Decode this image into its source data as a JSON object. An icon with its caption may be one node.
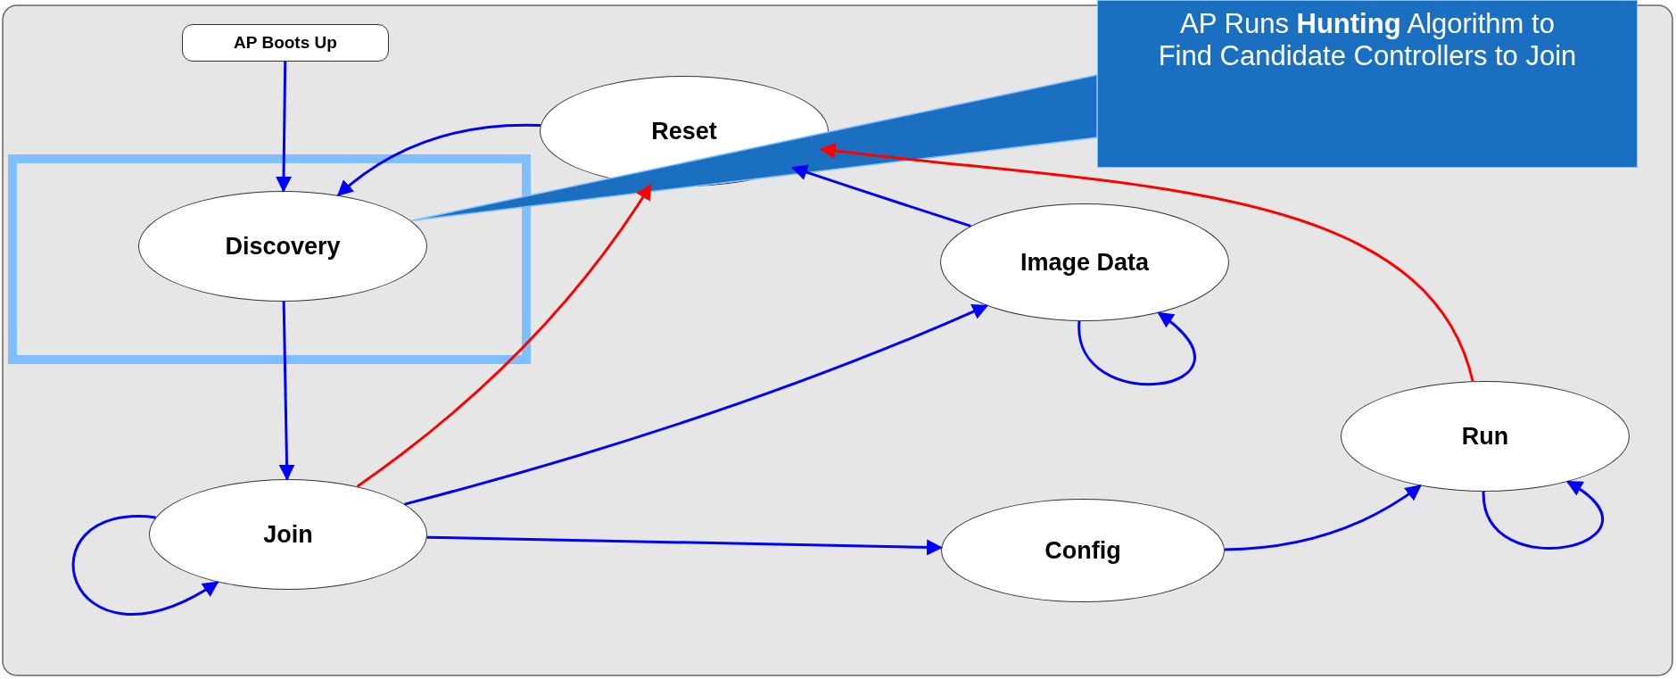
{
  "diagram": {
    "nodes": [
      {
        "text": [
          "AP Boots Up"
        ]
      },
      {
        "text": [
          "Reset"
        ]
      },
      {
        "text": [
          "Discovery"
        ]
      },
      {
        "text": [
          "Image Data"
        ]
      },
      {
        "text": [
          "Join"
        ]
      },
      {
        "text": [
          "Config"
        ]
      },
      {
        "text": [
          "Run"
        ]
      },
      {
        "text": [
          "AP Runs **Hunting** Algorithm to Find Candidate Controllers to Join"
        ]
      }
    ],
    "edges": [
      {
        "from": 0,
        "to": 2,
        "arrow": "to"
      },
      {
        "from": 1,
        "to": 2,
        "arrow": "to"
      },
      {
        "from": 2,
        "to": 4,
        "arrow": "to"
      },
      {
        "from": 4,
        "to": 4,
        "arrow": "to"
      },
      {
        "from": 4,
        "to": 1,
        "arrow": "to",
        "color": "#ff0000"
      },
      {
        "from": 4,
        "to": 3,
        "arrow": "to"
      },
      {
        "from": 4,
        "to": 5,
        "arrow": "to"
      },
      {
        "from": 3,
        "to": 1,
        "arrow": "to"
      },
      {
        "from": 3,
        "to": 3,
        "arrow": "to"
      },
      {
        "from": 5,
        "to": 6,
        "arrow": "to"
      },
      {
        "from": 6,
        "to": 6,
        "arrow": "to"
      },
      {
        "from": 6,
        "to": 1,
        "arrow": "to",
        "color": "#ff0000"
      },
      {
        "from": 7,
        "to": 2,
        "arrow": "none",
        "style": "thick",
        "color": "#1a6fc0"
      }
    ]
  }
}
